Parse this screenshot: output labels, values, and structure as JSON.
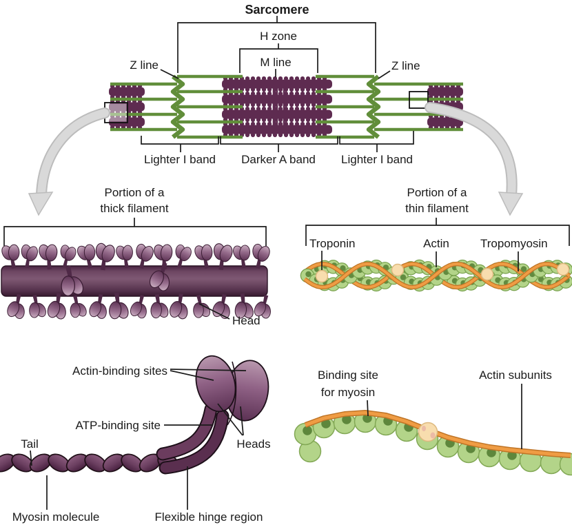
{
  "figure": {
    "title": "Sarcomere",
    "sarcomere_labels": {
      "h_zone": "H zone",
      "m_line": "M line",
      "z_line_left": "Z line",
      "z_line_right": "Z line",
      "i_band_left": "Lighter I band",
      "a_band": "Darker A band",
      "i_band_right": "Lighter I band"
    },
    "thick_filament": {
      "caption_line1": "Portion of a",
      "caption_line2": "thick filament",
      "head": "Head"
    },
    "thin_filament": {
      "caption_line1": "Portion of a",
      "caption_line2": "thin filament",
      "troponin": "Troponin",
      "actin": "Actin",
      "tropomyosin": "Tropomyosin"
    },
    "myosin": {
      "actin_binding_sites": "Actin-binding sites",
      "atp_binding_site": "ATP-binding site",
      "tail": "Tail",
      "heads": "Heads",
      "molecule": "Myosin molecule",
      "hinge": "Flexible hinge region"
    },
    "actin_strand": {
      "binding_site_line1": "Binding site",
      "binding_site_line2": "for myosin",
      "subunits": "Actin subunits"
    },
    "colors": {
      "thin_filament_green": "#618e3a",
      "thick_filament_purple": "#5e2b50",
      "actin_bead_green": "#b3d489",
      "actin_spot_green": "#547e34",
      "tropomyosin_orange": "#ef9c44",
      "tropomyosin_edge_orange": "#bf7426",
      "troponin_cream": "#f8ddae",
      "myosin_purple": "#6b3c5e",
      "arrow_gray": "#d9d9d9"
    }
  }
}
